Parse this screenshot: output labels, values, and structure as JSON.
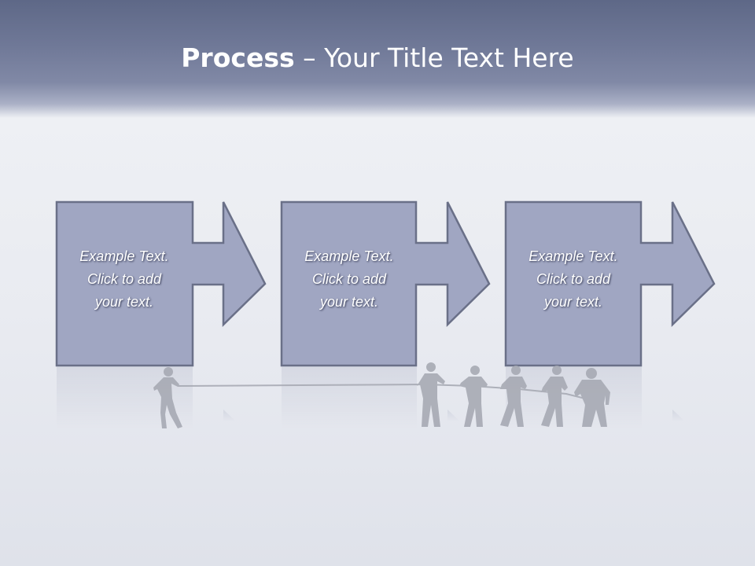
{
  "slide": {
    "title_bold": "Process",
    "title_rest": " – Your Title Text Here",
    "steps": [
      {
        "line1": "Example Text.",
        "line2": "Click  to add",
        "line3": "your text."
      },
      {
        "line1": "Example Text.",
        "line2": "Click  to add",
        "line3": "your text."
      },
      {
        "line1": "Example Text.",
        "line2": "Click  to add",
        "line3": "your text."
      }
    ]
  },
  "colors": {
    "header": "#6f7897",
    "box_fill": "#a0a6c2",
    "box_border": "#6a7088",
    "text": "#ffffff",
    "silhouette": "#a6a9b3"
  },
  "illustration": {
    "name": "tug-of-war-silhouettes",
    "people_count": 6
  }
}
